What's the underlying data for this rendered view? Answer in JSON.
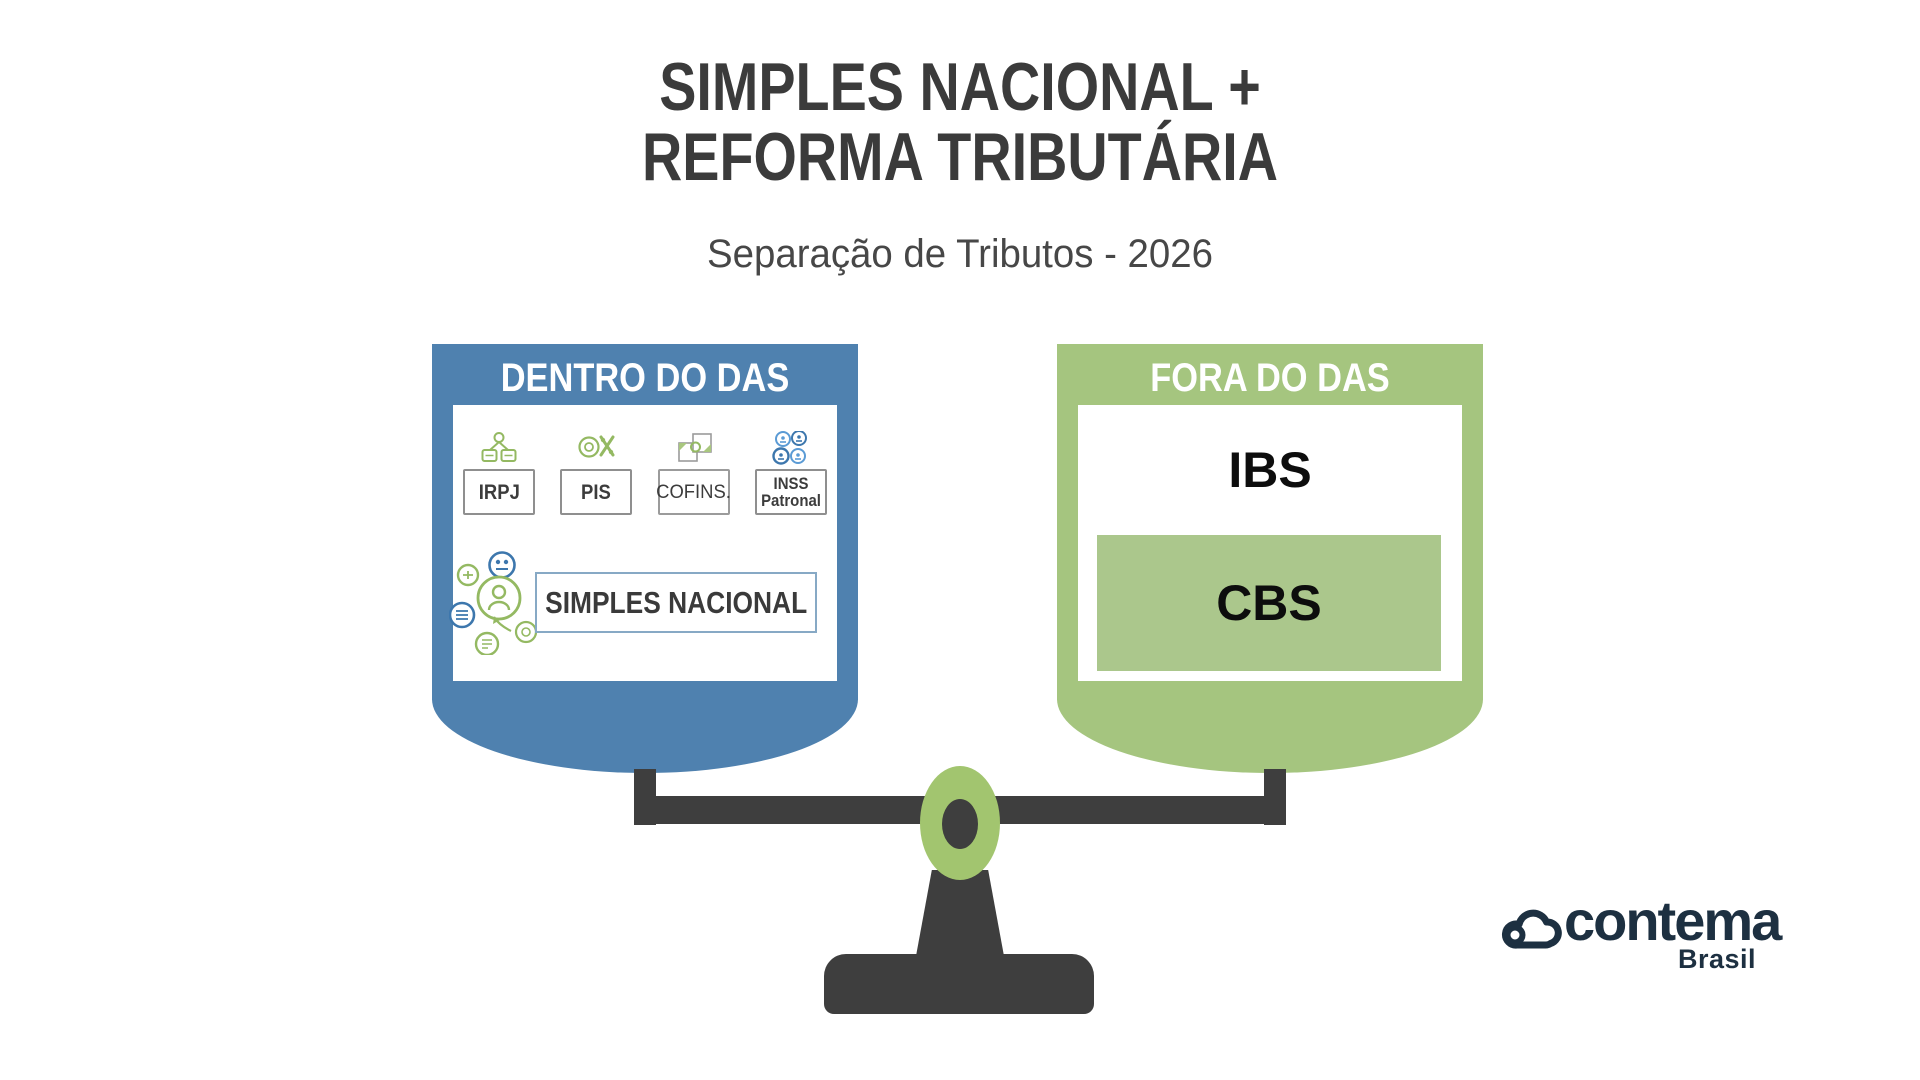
{
  "title": {
    "line1": "SIMPLES NACIONAL +",
    "line2": "REFORMA TRIBUTÁRIA",
    "subtitle": "Separação de Tributos - 2026"
  },
  "left_pan": {
    "header": "DENTRO DO DAS",
    "taxes": [
      {
        "label": "IRPJ",
        "icon": "irpj-person-cards-icon"
      },
      {
        "label": "PIS",
        "icon": "pis-coin-percent-icon"
      },
      {
        "label": "COFINS.",
        "icon": "cofins-documents-icon"
      },
      {
        "label": "INSS Patronal",
        "icon": "inss-people-badges-icon"
      }
    ],
    "main_box_label": "SIMPLES NACIONAL",
    "cluster_icon": "simples-ecosystem-icon"
  },
  "right_pan": {
    "header": "FORA DO DAS",
    "ibs_label": "IBS",
    "cbs_label": "CBS"
  },
  "scale": {
    "type": "balance-scale",
    "pivot_icon": "scale-pivot-icon"
  },
  "logo": {
    "brand": "contema",
    "region": "Brasil",
    "icon": "cloud-icon"
  },
  "colors": {
    "blue": "#4f81af",
    "green": "#a5c57f",
    "green-light": "#abc78c",
    "pivot-green": "#a2c56f",
    "dark": "#3e3e3e",
    "navy": "#1d3041",
    "title": "#3b3b3b",
    "subtitle": "#474747"
  }
}
